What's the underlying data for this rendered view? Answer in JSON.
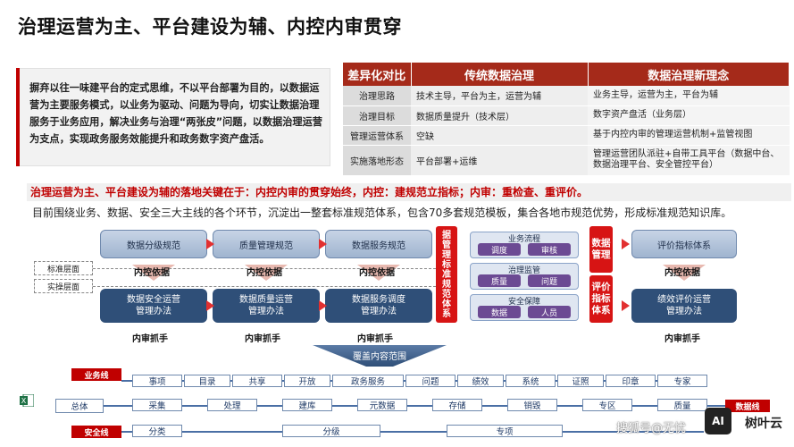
{
  "title": "治理运营为主、平台建设为辅、内控内审贯穿",
  "intro": "摒弃以往一味建平台的定式思维，不以平台部署为目的，以数据运营为主要服务模式，以业务为驱动、问题为导向，切实让数据治理服务于业务应用，解决业务与治理“两张皮”问题，以数据治理运营为支点，实现政务服务效能提升和政务数字资产盘活。",
  "comparison": {
    "headers": [
      "差异化对比",
      "传统数据治理",
      "数据治理新理念"
    ],
    "rows": [
      [
        "治理思路",
        "技术主导，平台为主，运营为辅",
        "业务主导，运营为主，平台为辅"
      ],
      [
        "治理目标",
        "数据质量提升（技术层）",
        "数字资产盘活（业务层）"
      ],
      [
        "管理运营体系",
        "空缺",
        "基于内控内审的管理运营机制+监管视图"
      ],
      [
        "实施落地形态",
        "平台部署+运维",
        "管理运营团队派驻+自带工具平台（数据中台、数据治理平台、安全管控平台）"
      ]
    ]
  },
  "red_statement": "治理运营为主、平台建设为辅的落地关键在于：内控内审的贯穿始终，内控：建规范立指标；内审：重检查、重评价。",
  "black_statement": "目前围绕业务、数据、安全三大主线的各个环节，沉淀出一整套标准规范体系，包含70多套规范模板，集合各地市规范优势，形成标准规范知识库。",
  "layer_labels": [
    "标准层面",
    "实操层面"
  ],
  "top_boxes": [
    "数据分级规范",
    "质量管理规范",
    "数据服务规范",
    "评价指标体系"
  ],
  "mid_labels": [
    "内控依据",
    "内控依据",
    "内控依据",
    "内控依据"
  ],
  "bottom_boxes": [
    "数据安全运营\n管理办法",
    "数据质量运营\n管理办法",
    "数据服务调度\n管理办法",
    "绩效评价运营\n管理办法"
  ],
  "audit_labels": [
    "内审抓手",
    "内审抓手",
    "内审抓手",
    "内审抓手"
  ],
  "red_column_1": "据\n管\n理\n标\n准\n规\n范\n体\n系",
  "red_column_2a": "数据\n管理",
  "red_column_2b": "评价\n指标\n体系",
  "center_groups": [
    {
      "title": "业务流程",
      "items": [
        "调度",
        "审核"
      ]
    },
    {
      "title": "治理监管",
      "items": [
        "质量",
        "问题"
      ]
    },
    {
      "title": "安全保障",
      "items": [
        "数据",
        "人员"
      ]
    }
  ],
  "coverage_label": "覆盖内容范围",
  "lines": [
    {
      "tag": "业务线",
      "cells": [
        "事项",
        "目录",
        "共享",
        "开放",
        "政务服务",
        "问题",
        "绩效",
        "系统",
        "证照",
        "印章",
        "专家"
      ]
    },
    {
      "tag": "",
      "lead": "总体",
      "cells": [
        "采集",
        "处理",
        "建库",
        "元数据",
        "存储",
        "销毁",
        "专区",
        "质量"
      ]
    },
    {
      "tag": "安全线",
      "cells": [
        "分类",
        "分级",
        "专项"
      ]
    }
  ],
  "data_line_tag": "数据线",
  "watermark": "搜狐号@无忧",
  "watermark_logo": "AI",
  "watermark_brand": "树叶云",
  "colors": {
    "accent_red": "#c00000",
    "table_header": "#a52a1a",
    "dark_blue": "#2f4f78",
    "purple": "#6c4a93"
  },
  "icons": [
    "excel-icon"
  ]
}
